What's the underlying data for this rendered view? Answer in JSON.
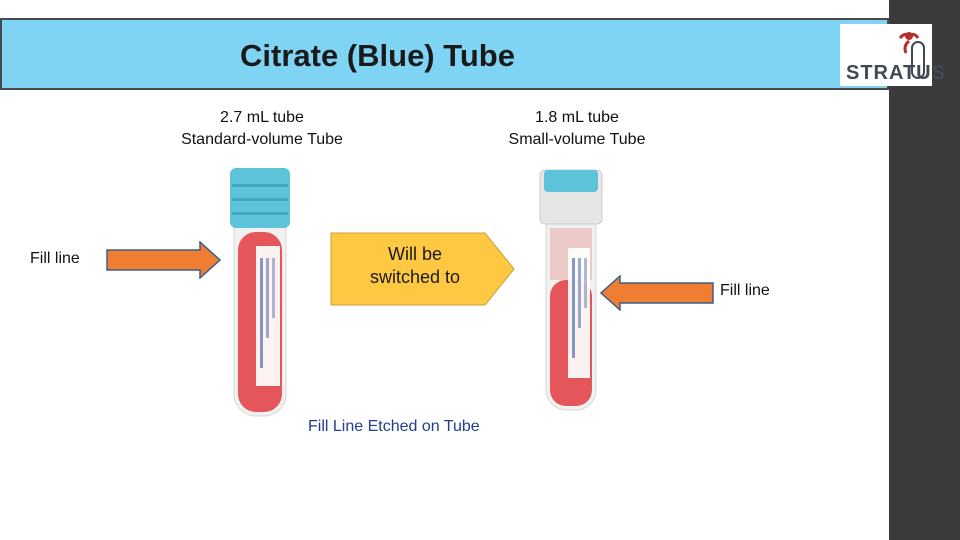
{
  "slide": {
    "title": "Citrate (Blue) Tube",
    "logo_text": "STRATUS",
    "left_tube": {
      "volume": "2.7 mL tube",
      "description": "Standard-volume Tube"
    },
    "right_tube": {
      "volume": "1.8 mL tube",
      "description": "Small-volume Tube"
    },
    "left_arrow_label": "Fill line",
    "right_arrow_label": "Fill line",
    "callout_text_line1": "Will be",
    "callout_text_line2": "switched to",
    "footer_note": "Fill Line Etched on Tube"
  },
  "colors": {
    "title_band": "#7fd3f3",
    "arrow_fill": "#ef7d32",
    "callout_fill": "#fec842",
    "cap_blue": "#5cc3d8",
    "blood_red": "#e5565a",
    "sidebar": "#3b3b3b",
    "logo_red": "#b3302e"
  }
}
